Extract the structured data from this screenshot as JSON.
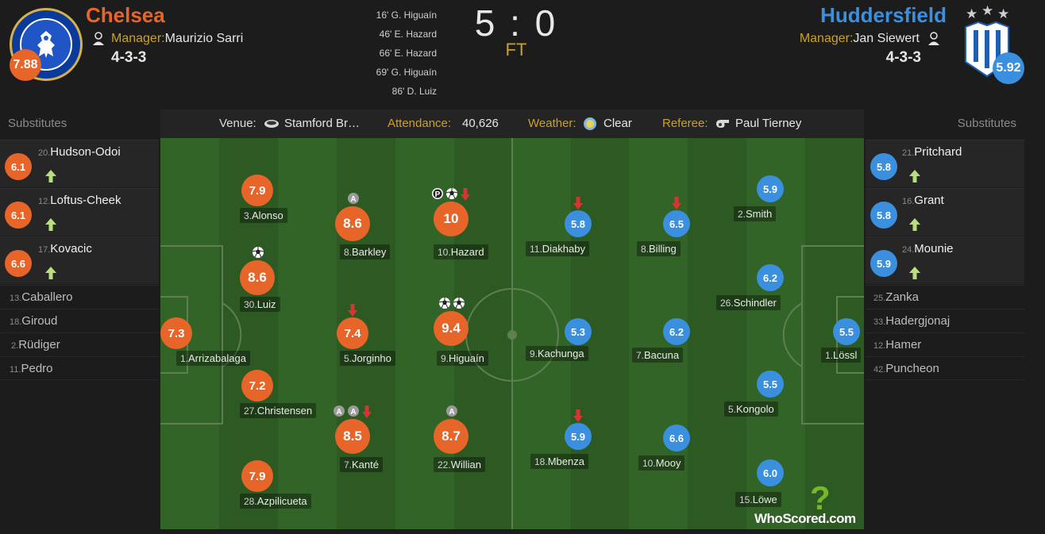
{
  "home": {
    "name": "Chelsea",
    "rating": "7.88",
    "manager_label": "Manager:",
    "manager": "Maurizio Sarri",
    "formation": "4-3-3",
    "color": "#e8652a"
  },
  "away": {
    "name": "Huddersfield",
    "rating": "5.92",
    "manager_label": "Manager:",
    "manager": "Jan Siewert",
    "formation": "4-3-3",
    "color": "#3a8fde"
  },
  "match": {
    "score": "5 : 0",
    "status": "FT",
    "goals": [
      {
        "text": "16' G. Higuaín"
      },
      {
        "text": "46' E. Hazard"
      },
      {
        "text": "66' E. Hazard"
      },
      {
        "text": "69' G. Higuaín"
      },
      {
        "text": "86' D. Luiz"
      }
    ]
  },
  "info": {
    "venue_label": "Venue:",
    "venue": "Stamford Br…",
    "attendance_label": "Attendance:",
    "attendance": "40,626",
    "weather_label": "Weather:",
    "weather": "Clear",
    "referee_label": "Referee:",
    "referee": "Paul Tierney"
  },
  "subs": {
    "home_title": "Substitutes",
    "away_title": "Substitutes",
    "home_used": [
      {
        "num": "20.",
        "name": "Hudson-Odoi",
        "rating": "6.1"
      },
      {
        "num": "12.",
        "name": "Loftus-Cheek",
        "rating": "6.1"
      },
      {
        "num": "17.",
        "name": "Kovacic",
        "rating": "6.6"
      }
    ],
    "home_unused": [
      {
        "num": "13.",
        "name": "Caballero"
      },
      {
        "num": "18.",
        "name": "Giroud"
      },
      {
        "num": "2.",
        "name": "Rüdiger"
      },
      {
        "num": "11.",
        "name": "Pedro"
      }
    ],
    "away_used": [
      {
        "num": "21.",
        "name": "Pritchard",
        "rating": "5.8"
      },
      {
        "num": "16.",
        "name": "Grant",
        "rating": "5.8"
      },
      {
        "num": "24.",
        "name": "Mounie",
        "rating": "5.9"
      }
    ],
    "away_unused": [
      {
        "num": "25.",
        "name": "Zanka"
      },
      {
        "num": "33.",
        "name": "Hadergjonaj"
      },
      {
        "num": "12.",
        "name": "Hamer"
      },
      {
        "num": "42.",
        "name": "Puncheon"
      }
    ]
  },
  "players": {
    "home": [
      {
        "num": "1.",
        "name": "Arrizabalaga",
        "rating": "7.3",
        "events": []
      },
      {
        "num": "3.",
        "name": "Alonso",
        "rating": "7.9",
        "events": []
      },
      {
        "num": "30.",
        "name": "Luiz",
        "rating": "8.6",
        "events": [
          "goal"
        ]
      },
      {
        "num": "27.",
        "name": "Christensen",
        "rating": "7.2",
        "events": []
      },
      {
        "num": "28.",
        "name": "Azpilicueta",
        "rating": "7.9",
        "events": []
      },
      {
        "num": "8.",
        "name": "Barkley",
        "rating": "8.6",
        "events": [
          "assist"
        ]
      },
      {
        "num": "5.",
        "name": "Jorginho",
        "rating": "7.4",
        "events": [
          "sub-off"
        ]
      },
      {
        "num": "7.",
        "name": "Kanté",
        "rating": "8.5",
        "events": [
          "assist",
          "assist",
          "sub-off"
        ]
      },
      {
        "num": "10.",
        "name": "Hazard",
        "rating": "10",
        "events": [
          "penalty",
          "goal",
          "sub-off"
        ]
      },
      {
        "num": "9.",
        "name": "Higuaín",
        "rating": "9.4",
        "events": [
          "goal",
          "goal"
        ]
      },
      {
        "num": "22.",
        "name": "Willian",
        "rating": "8.7",
        "events": [
          "assist"
        ]
      }
    ],
    "away": [
      {
        "num": "11.",
        "name": "Diakhaby",
        "rating": "5.8",
        "events": [
          "sub-off"
        ]
      },
      {
        "num": "9.",
        "name": "Kachunga",
        "rating": "5.3",
        "events": []
      },
      {
        "num": "18.",
        "name": "Mbenza",
        "rating": "5.9",
        "events": [
          "sub-off"
        ]
      },
      {
        "num": "8.",
        "name": "Billing",
        "rating": "6.5",
        "events": [
          "sub-off"
        ]
      },
      {
        "num": "7.",
        "name": "Bacuna",
        "rating": "6.2",
        "events": []
      },
      {
        "num": "10.",
        "name": "Mooy",
        "rating": "6.6",
        "events": []
      },
      {
        "num": "2.",
        "name": "Smith",
        "rating": "5.9",
        "events": []
      },
      {
        "num": "26.",
        "name": "Schindler",
        "rating": "6.2",
        "events": []
      },
      {
        "num": "5.",
        "name": "Kongolo",
        "rating": "5.5",
        "events": []
      },
      {
        "num": "15.",
        "name": "Löwe",
        "rating": "6.0",
        "events": []
      },
      {
        "num": "1.",
        "name": "Lössl",
        "rating": "5.5",
        "events": []
      }
    ]
  },
  "branding": {
    "logo": "WhoScored.com"
  },
  "icons": {
    "manager": "manager-icon",
    "stadium": "stadium-icon",
    "weather": "weather-clear-icon",
    "referee": "whistle-icon",
    "goal": "ball-icon",
    "assist": "assist-icon",
    "penalty": "penalty-goal-icon",
    "sub_off": "sub-off-arrow-icon",
    "sub_on": "sub-on-arrow-icon"
  }
}
